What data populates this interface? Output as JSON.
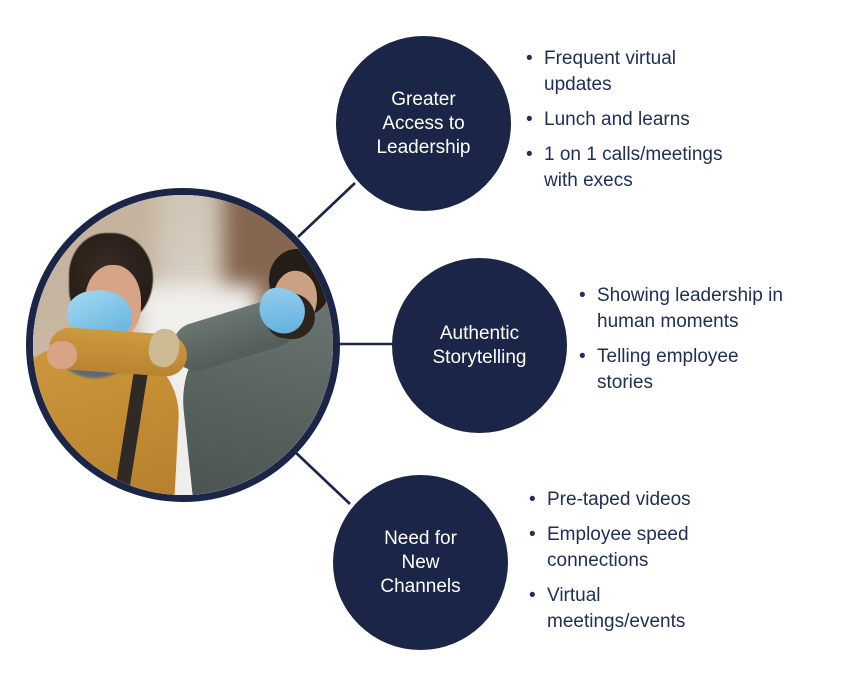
{
  "colors": {
    "node_fill": "#1b2547",
    "connector": "#1b2547",
    "bullet_text": "#202f56",
    "background": "#ffffff"
  },
  "diagram": {
    "center_photo": "two-people-elbow-bump-wearing-face-masks",
    "nodes": [
      {
        "id": "greater-access-to-leadership",
        "label": "Greater Access to Leadership",
        "label_lines": [
          "Greater",
          "Access to",
          "Leadership"
        ],
        "bullets": [
          "Frequent virtual updates",
          "Lunch and learns",
          "1 on 1 calls/meetings with execs"
        ]
      },
      {
        "id": "authentic-storytelling",
        "label": "Authentic Storytelling",
        "label_lines": [
          "Authentic",
          "Storytelling"
        ],
        "bullets": [
          "Showing leadership in human moments",
          "Telling employee stories"
        ]
      },
      {
        "id": "need-for-new-channels",
        "label": "Need for New Channels",
        "label_lines": [
          "Need for",
          "New",
          "Channels"
        ],
        "bullets": [
          "Pre-taped videos",
          "Employee speed connections",
          "Virtual meetings/events"
        ]
      }
    ]
  }
}
